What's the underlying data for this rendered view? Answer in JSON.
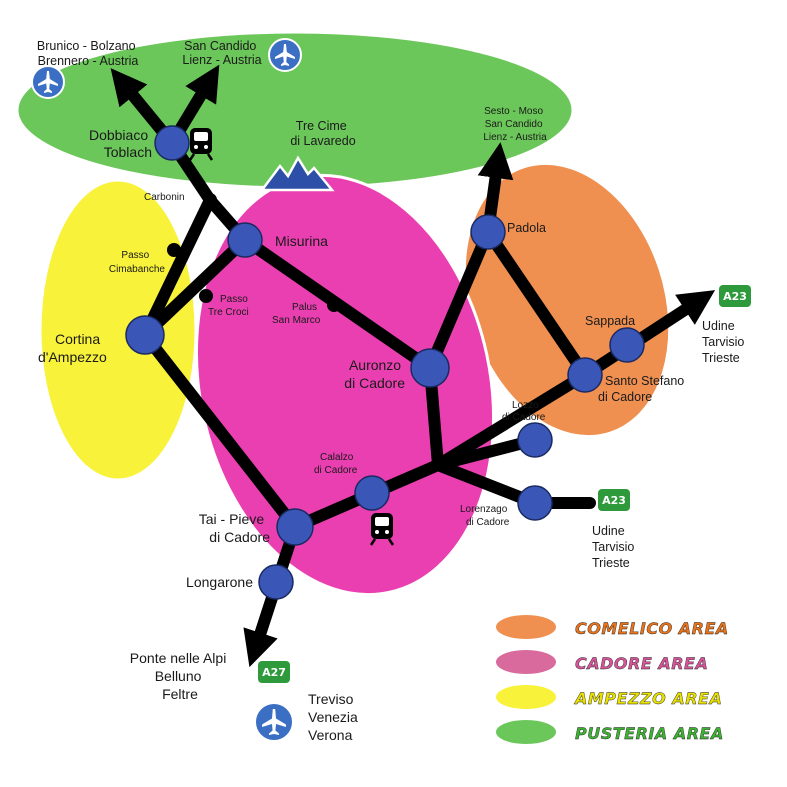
{
  "areas": {
    "pusteria": {
      "color": "#6cc75a"
    },
    "comelico": {
      "color": "#f09050"
    },
    "cadore": {
      "color": "#ea3fb1"
    },
    "ampezzo": {
      "color": "#f8f23a"
    }
  },
  "places": {
    "brunico": [
      "Brunico - Bolzano",
      "Brennero - Austria"
    ],
    "san_candido_top": [
      "San Candido",
      "Lienz - Austria"
    ],
    "dobbiaco": [
      "Dobbiaco",
      "Toblach"
    ],
    "tre_cime": [
      "Tre Cime",
      "di Lavaredo"
    ],
    "sesto": [
      "Sesto - Moso",
      "San Candido",
      "Lienz - Austria"
    ],
    "carbonin": "Carbonin",
    "padola": "Padola",
    "passo_cimabanche": [
      "Passo",
      "Cimabanche"
    ],
    "misurina": "Misurina",
    "passo_tre_croci": [
      "Passo",
      "Tre Croci"
    ],
    "palus": [
      "Palus",
      "San Marco"
    ],
    "cortina": [
      "Cortina",
      "d'Ampezzo"
    ],
    "sappada": "Sappada",
    "auronzo": [
      "Auronzo",
      "di Cadore"
    ],
    "santo_stefano": [
      "Santo Stefano",
      "di Cadore"
    ],
    "lozzo": [
      "Lozzo",
      "di Cadore"
    ],
    "calalzo": [
      "Calalzo",
      "di Cadore"
    ],
    "lorenzago": [
      "Lorenzago",
      "di Cadore"
    ],
    "tai": [
      "Tai - Pieve",
      "di Cadore"
    ],
    "longarone": "Longarone",
    "ponte": [
      "Ponte nelle Alpi",
      "Belluno",
      "Feltre"
    ],
    "udine_right": [
      "Udine",
      "Tarvisio",
      "Trieste"
    ],
    "udine_bottom": [
      "Udine",
      "Tarvisio",
      "Trieste"
    ],
    "treviso": [
      "Treviso",
      "Venezia",
      "Verona"
    ]
  },
  "highways": {
    "a23_top": "A23",
    "a23_mid": "A23",
    "a27": "A27"
  },
  "legend": [
    {
      "label": "COMELICO AREA",
      "color": "#f09050",
      "text_color": "#e8731a"
    },
    {
      "label": "CADORE AREA",
      "color": "#d86a9e",
      "text_color": "#d6559a"
    },
    {
      "label": "AMPEZZO AREA",
      "color": "#f8f23a",
      "text_color": "#e8e000"
    },
    {
      "label": "PUSTERIA AREA",
      "color": "#6cc75a",
      "text_color": "#3fb234"
    }
  ],
  "colors": {
    "route": "#000000",
    "station": "#3a57b8",
    "highway_badge": "#2f9a3c"
  }
}
